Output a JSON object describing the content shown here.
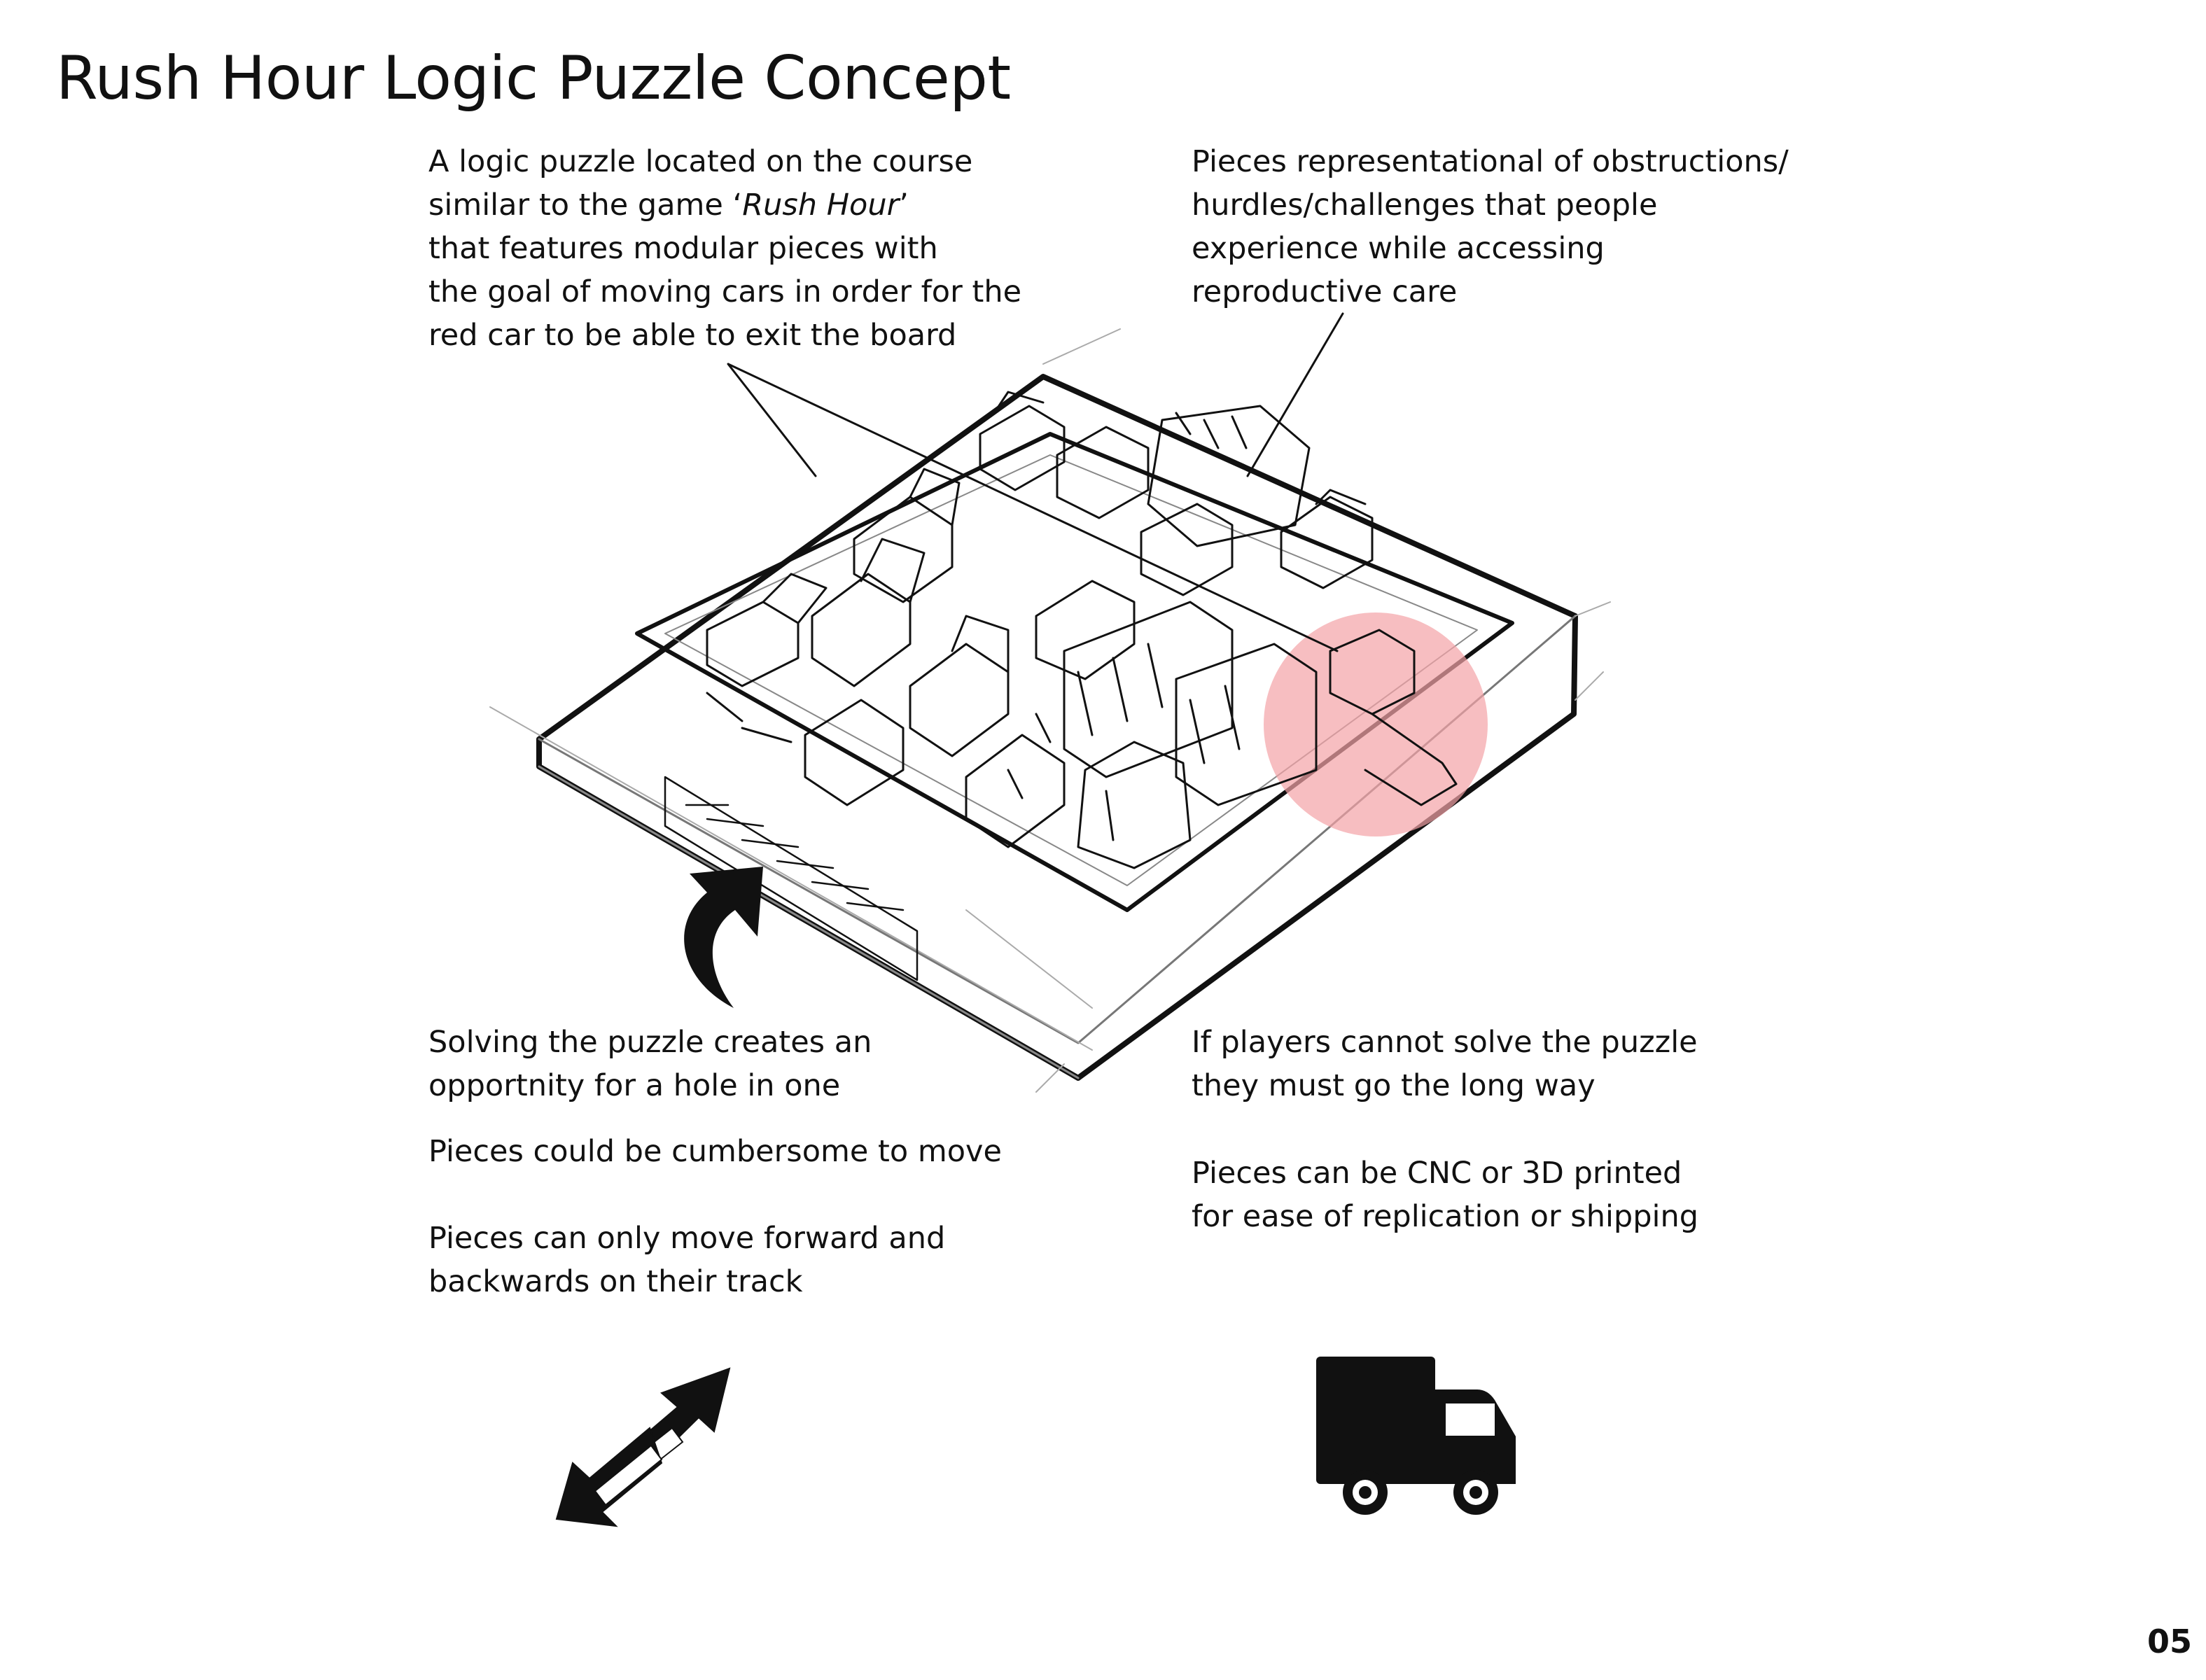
{
  "title": "Rush Hour Logic Puzzle Concept",
  "notes": {
    "logic_puzzle": {
      "line1": "A logic puzzle located on the course",
      "line2_prefix": "similar to the game ‘",
      "line2_game": "Rush Hour",
      "line2_suffix": "’",
      "line3": "that features modular pieces with",
      "line4": "the goal of moving cars in order for the",
      "line5": "red car to be able to exit the board"
    },
    "pieces_obstructions": [
      "Pieces representational of obstructions/",
      "hurdles/challenges that people",
      "experience while accessing",
      "reproductive care"
    ],
    "solving": [
      "Solving the puzzle creates an",
      "opportnity for a hole in one"
    ],
    "cannot_solve": [
      "If players cannot solve the puzzle",
      "they must go the long way"
    ],
    "cumbersome": "Pieces could be cumbersome to move",
    "forward_back": [
      "Pieces can only move forward and",
      "backwards on their track"
    ],
    "cnc": [
      "Pieces can be CNC or 3D printed",
      "for ease of replication or shipping"
    ]
  },
  "icons": {
    "bidirectional": "bidirectional-arrows-icon",
    "shipping": "delivery-truck-icon",
    "curved": "curved-arrow-icon"
  },
  "colors": {
    "highlight": "#f4a3a6",
    "ink": "#111111"
  },
  "page_number": "05"
}
